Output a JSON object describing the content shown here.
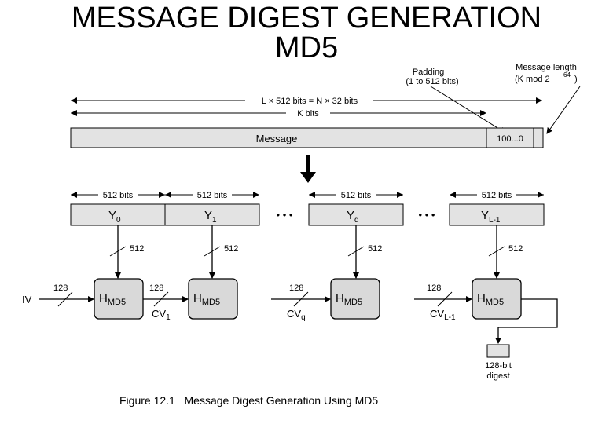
{
  "title": {
    "line1": "MESSAGE DIGEST GENERATION",
    "line2": "MD5"
  },
  "top": {
    "padding_line1": "Padding",
    "padding_line2": "(1 to 512 bits)",
    "length_line1": "Message length",
    "length_line2": "(K mod 2",
    "length_exp": "64",
    "length_close": ")",
    "l_label": "L × 512 bits = N × 32 bits",
    "k_label": "K bits",
    "message": "Message",
    "pad_value": "100...0"
  },
  "blocks": {
    "size_label": "512 bits",
    "y0": "Y",
    "y0_sub": "0",
    "y1": "Y",
    "y1_sub": "1",
    "dots": "• • •",
    "yq": "Y",
    "yq_sub": "q",
    "yl": "Y",
    "yl_sub": "L-1",
    "width": "512"
  },
  "chain": {
    "iv": "IV",
    "width": "128",
    "h": "H",
    "h_sub": "MD5",
    "cv1": "CV",
    "cv1_sub": "1",
    "cvq": "CV",
    "cvq_sub": "q",
    "cvl": "CV",
    "cvl_sub": "L-1"
  },
  "output": {
    "line1": "128-bit",
    "line2": "digest"
  },
  "caption": "Figure 12.1   Message Digest Generation Using MD5"
}
